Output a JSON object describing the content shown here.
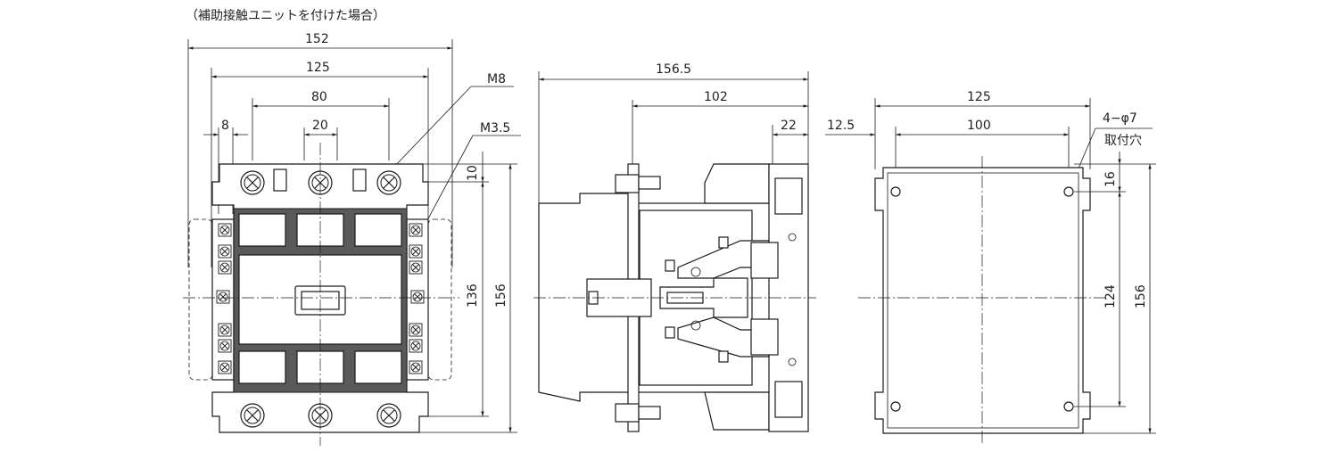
{
  "caption": "（補助接触ユニットを付けた場合）",
  "front_view": {
    "dim_width_overall": "152",
    "dim_width_mount": "125",
    "dim_width_terminals": "80",
    "dim_width_center": "20",
    "dim_aux": "8",
    "label_main_screw": "M8",
    "label_aux_screw": "M3.5",
    "dim_top_offset": "10",
    "dim_height_inner": "136",
    "dim_height_overall": "156"
  },
  "side_view": {
    "dim_depth_overall": "156.5",
    "dim_depth_body": "102",
    "dim_depth_aux": "22"
  },
  "mount_view": {
    "dim_width_outer": "125",
    "dim_hole_pitch_h": "100",
    "dim_edge_offset": "12.5",
    "hole_label": "4−φ7",
    "hole_label_sub": "取付穴",
    "dim_hole_top": "16",
    "dim_hole_pitch_v": "124",
    "dim_height": "156"
  }
}
